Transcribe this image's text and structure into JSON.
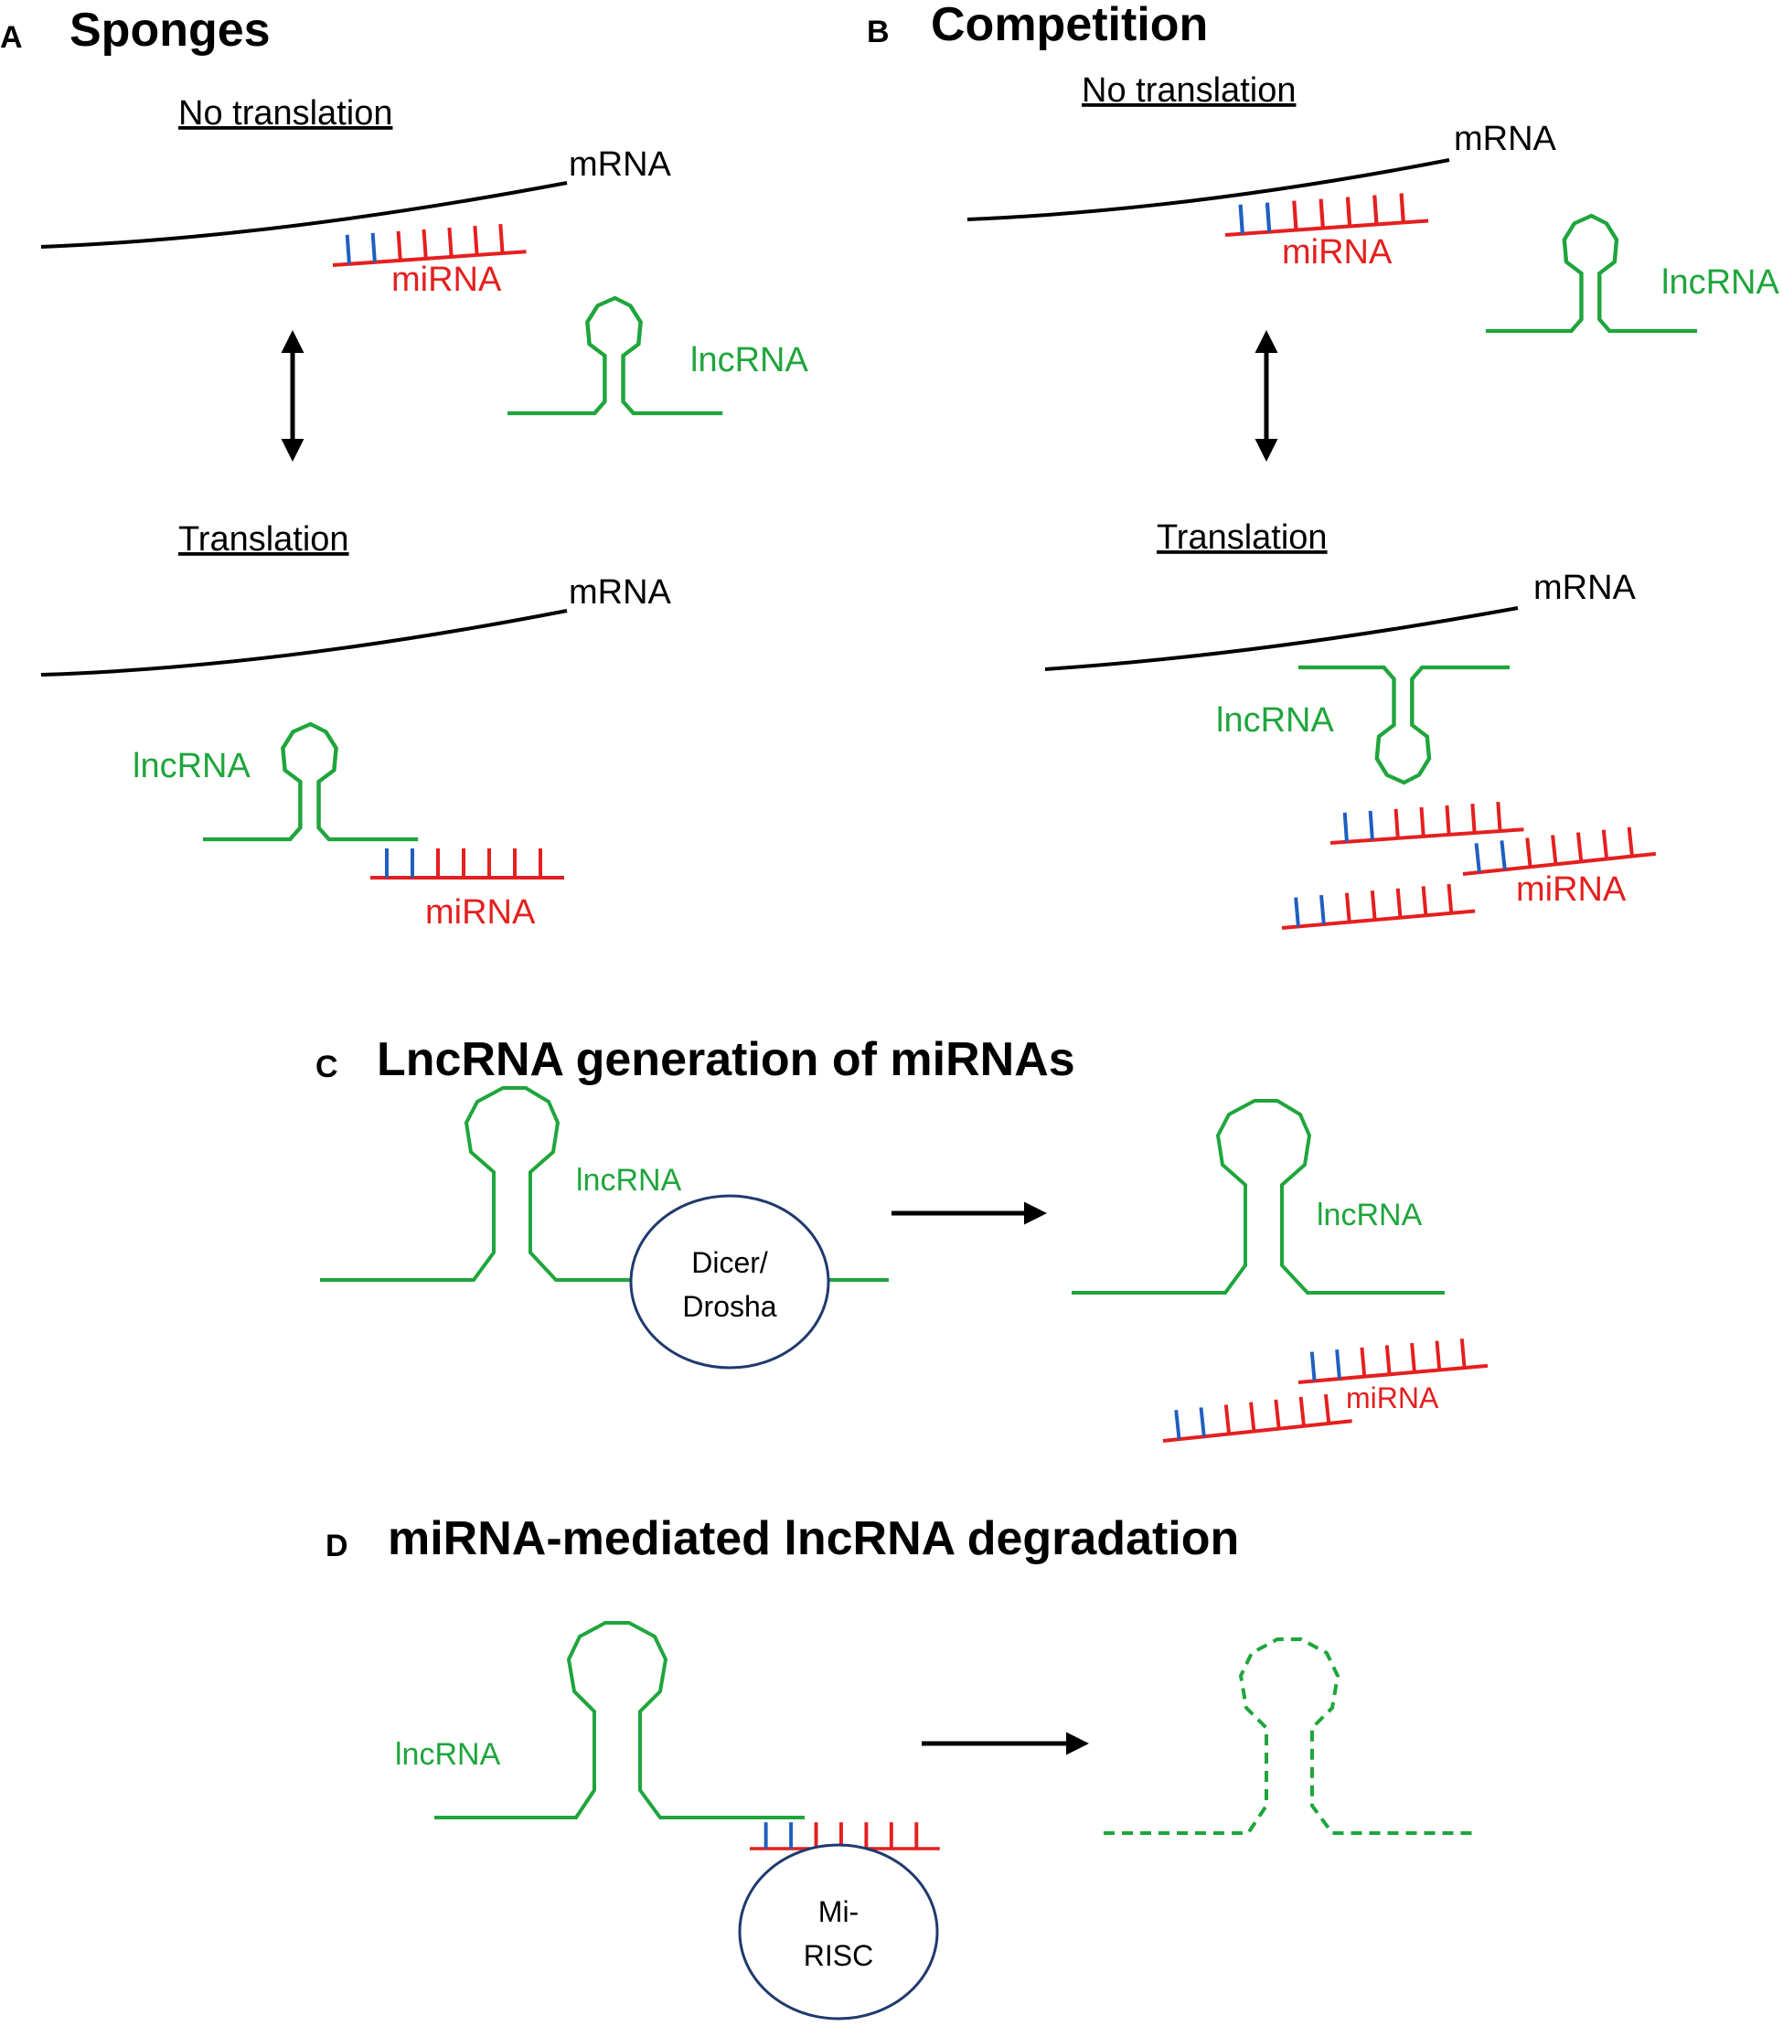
{
  "colors": {
    "mrna": "#000000",
    "lncrna": "#1fa53c",
    "mirna": "#e51f1f",
    "seed": "#1f5fc0",
    "enzyme": "#1f3a6e"
  },
  "panel_a": {
    "letter": "A",
    "title": "Sponges",
    "no_translation": "No translation",
    "translation": "Translation",
    "mrna": "mRNA",
    "mirna": "miRNA",
    "lncrna": "lncRNA"
  },
  "panel_b": {
    "letter": "B",
    "title": "Competition",
    "no_translation": "No translation",
    "translation": "Translation",
    "mrna": "mRNA",
    "mirna": "miRNA",
    "lncrna": "lncRNA"
  },
  "panel_c": {
    "letter": "C",
    "title": "LncRNA generation of miRNAs",
    "lncrna": "lncRNA",
    "enzyme_line1": "Dicer/",
    "enzyme_line2": "Drosha",
    "mirna": "miRNA"
  },
  "panel_d": {
    "letter": "D",
    "title": "miRNA-mediated lncRNA degradation",
    "lncrna": "lncRNA",
    "complex_line1": "Mi-",
    "complex_line2": "RISC"
  }
}
